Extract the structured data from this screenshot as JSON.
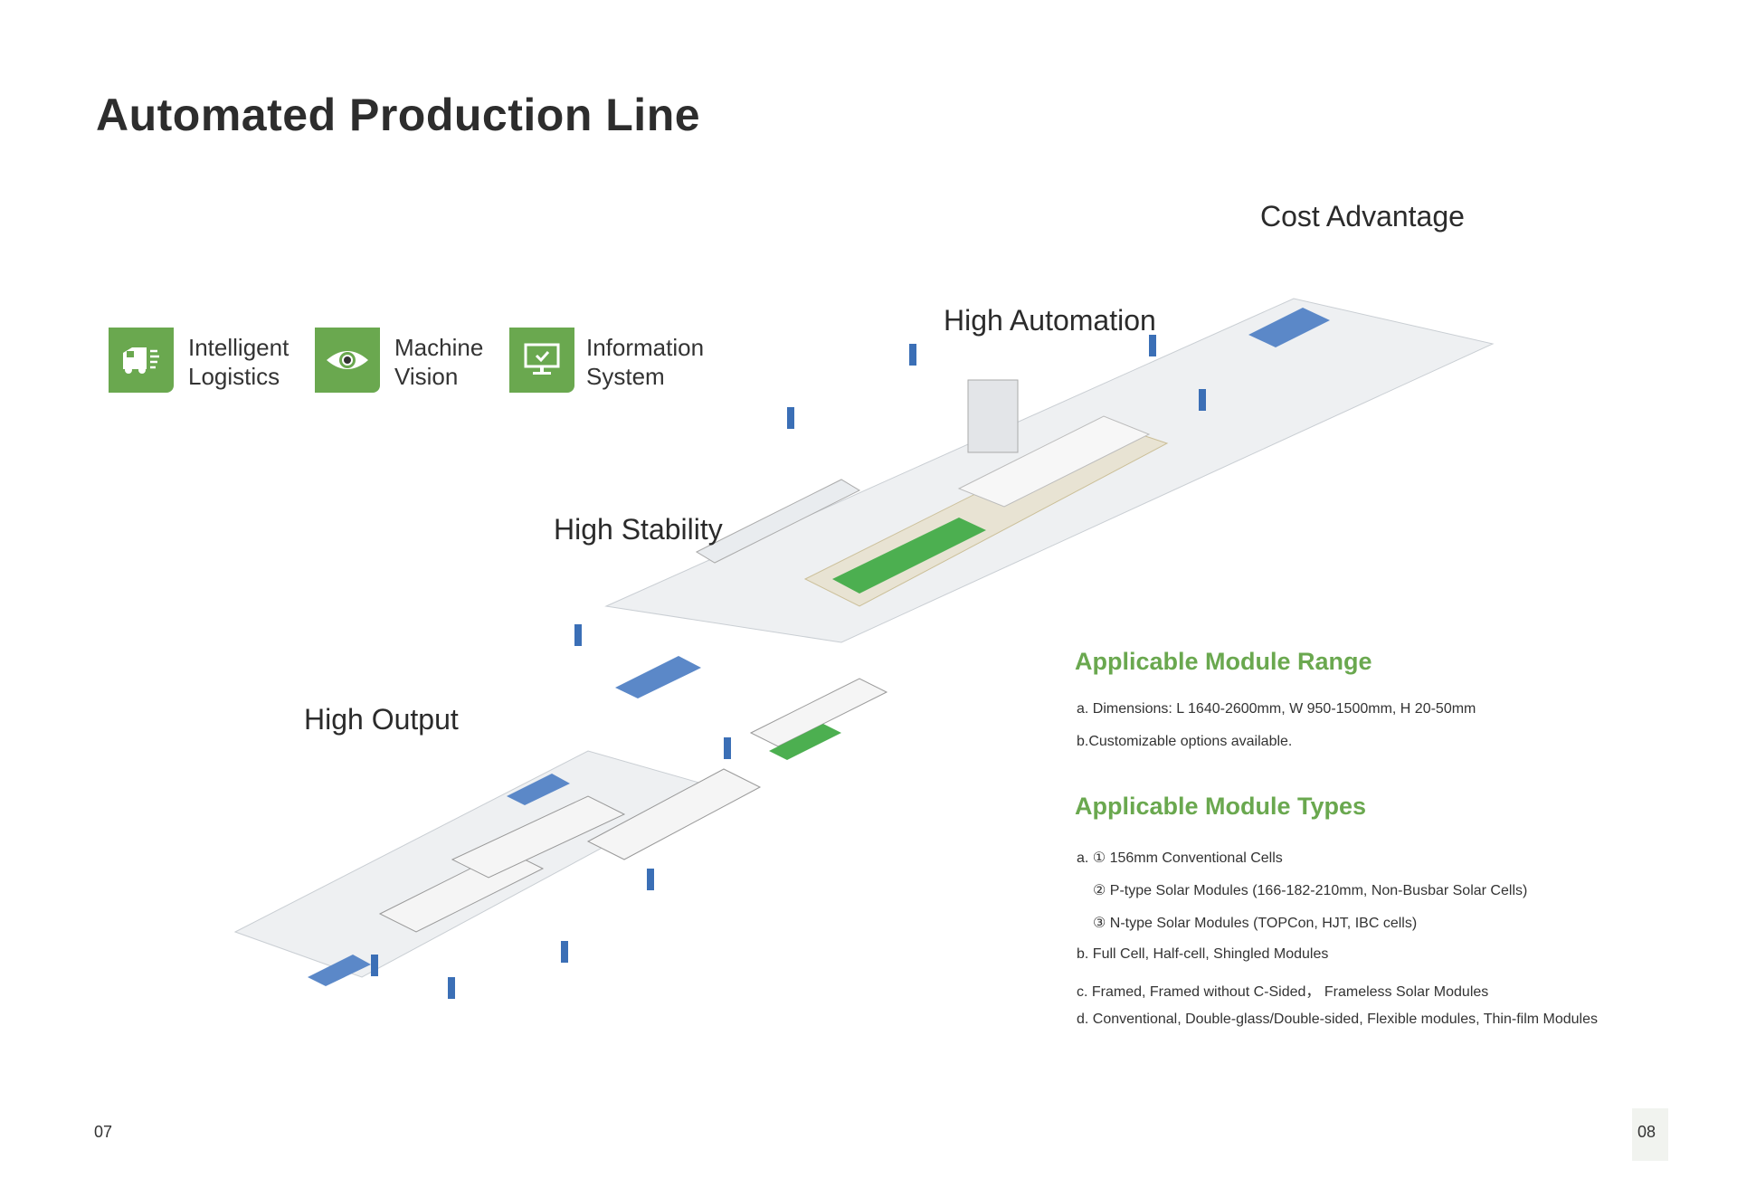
{
  "title": "Automated Production Line",
  "features": [
    {
      "icon": "truck-icon",
      "line1": "Intelligent",
      "line2": "Logistics"
    },
    {
      "icon": "eye-icon",
      "line1": "Machine",
      "line2": "Vision"
    },
    {
      "icon": "monitor-check-icon",
      "line1": "Information",
      "line2": "System"
    }
  ],
  "stages": {
    "cost": "Cost Advantage",
    "automation": "High Automation",
    "stability": "High Stability",
    "output": "High Output"
  },
  "range": {
    "heading": "Applicable Module Range",
    "items": [
      "a. Dimensions: L 1640-2600mm, W 950-1500mm, H 20-50mm",
      "b.Customizable options available."
    ]
  },
  "types": {
    "heading": "Applicable Module Types",
    "items": [
      "a. ① 156mm Conventional Cells",
      "② P-type Solar Modules (166-182-210mm, Non-Busbar Solar Cells)",
      "③ N-type Solar Modules (TOPCon, HJT, IBC cells)",
      "b. Full Cell, Half-cell, Shingled Modules",
      "c. Framed, Framed without C-Sided， Frameless Solar Modules",
      "d. Conventional, Double-glass/Double-sided, Flexible modules, Thin-film Modules"
    ]
  },
  "pages": {
    "left": "07",
    "right": "08"
  },
  "colors": {
    "accent": "#6aa84f",
    "worker": "#3b6fb6"
  }
}
